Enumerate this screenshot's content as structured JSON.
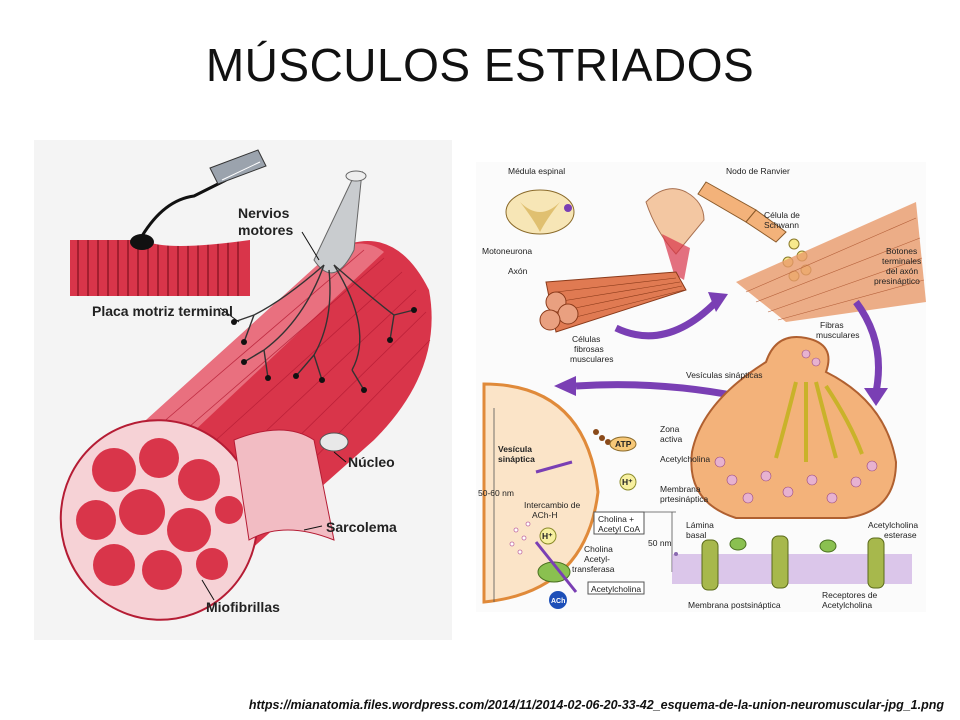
{
  "title": "MÚSCULOS ESTRIADOS",
  "left_diagram": {
    "labels": {
      "nervios": "Nervios",
      "motores": "motores",
      "placa": "Placa motriz terminal",
      "nucleo": "Núcleo",
      "sarcolema": "Sarcolema",
      "miofibrillas": "Miofibrillas"
    }
  },
  "right_diagram": {
    "labels": {
      "medula": "Médula espinal",
      "nodo": "Nodo de Ranvier",
      "celula1": "Célula de",
      "celula2": "Schwann",
      "botones1": "Botones",
      "botones2": "terminales",
      "botones3": "del axón",
      "botones4": "presináptico",
      "motoneurona": "Motoneurona",
      "axon": "Axón",
      "celulas1": "Células",
      "celulas2": "fibrosas",
      "celulas3": "musculares",
      "fibras1": "Fibras",
      "fibras2": "musculares",
      "vesiculas": "Vesículas sinápticas",
      "vesicula1": "Vesícula",
      "vesicula2": "sináptica",
      "zona1": "Zona",
      "zona2": "activa",
      "acetyl1": "Acetylcholina",
      "atp": "ATP",
      "hplus": "H⁺",
      "membrana1": "Membrana",
      "membrana2": "prtesináptica",
      "nm5060": "50-60 nm",
      "intercambio1": "Intercambio de",
      "intercambio2": "ACh-H",
      "choline1": "Cholina +",
      "choline2": "Acetyl CoA",
      "nm50": "50 nm",
      "lamina1": "Lámina",
      "lamina2": "basal",
      "esterase1": "Acetylcholina",
      "esterase2": "esterase",
      "transf1": "Cholina",
      "transf2": "Acetyl-",
      "transf3": "transferasa",
      "acetyl2": "Acetylcholina",
      "ach": "ACh",
      "postsin": "Membrana postsináptica",
      "receptores1": "Receptores de",
      "receptores2": "Acetylcholina"
    }
  },
  "source_url": "https://mianatomia.files.wordpress.com/2014/11/2014-02-06-20-33-42_esquema-de-la-union-neuromuscular-jpg_1.png",
  "colors": {
    "muscle": "#d9354a",
    "muscle_light": "#ef8a96",
    "nerve": "#c9cccf",
    "arrow_purple": "#7a3fb4",
    "terminal": "#f3b27a",
    "membrane": "#c7a3e0",
    "receptor": "#a7b84c"
  }
}
